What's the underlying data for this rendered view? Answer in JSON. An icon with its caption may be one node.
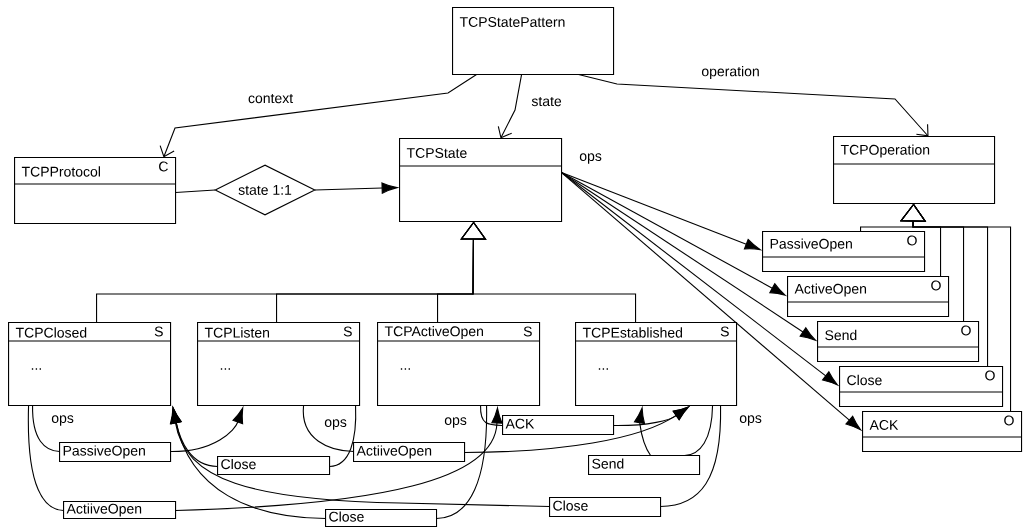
{
  "diagram": {
    "nodes": [
      {
        "text": [
          "TCPStatePattern"
        ]
      },
      {
        "text": [
          "TCPProtocol",
          "C"
        ]
      },
      {
        "text": [
          "state 1:1"
        ]
      },
      {
        "text": [
          "TCPState"
        ]
      },
      {
        "text": [
          "TCPOperation"
        ]
      },
      {
        "text": [
          "PassiveOpen",
          "O"
        ]
      },
      {
        "text": [
          "ActiveOpen",
          "O"
        ]
      },
      {
        "text": [
          "Send",
          "O"
        ]
      },
      {
        "text": [
          "Close",
          "O"
        ]
      },
      {
        "text": [
          "ACK",
          "O"
        ]
      },
      {
        "text": [
          "TCPClosed",
          "S",
          "..."
        ]
      },
      {
        "text": [
          "TCPListen",
          "S",
          "..."
        ]
      },
      {
        "text": [
          "TCPActiveOpen",
          "S",
          "..."
        ]
      },
      {
        "text": [
          "TCPEstablished",
          "S",
          "..."
        ]
      },
      {
        "text": [
          "PassiveOpen"
        ]
      },
      {
        "text": [
          "Close"
        ]
      },
      {
        "text": [
          "ActiiveOpen"
        ]
      },
      {
        "text": [
          "ACK"
        ]
      },
      {
        "text": [
          "ActiiveOpen"
        ]
      },
      {
        "text": [
          "Close"
        ]
      },
      {
        "text": [
          "Send"
        ]
      },
      {
        "text": [
          "Close"
        ]
      }
    ],
    "edges": [
      {
        "from": 0,
        "to": 1,
        "arrow": "to",
        "label": "context"
      },
      {
        "from": 0,
        "to": 3,
        "arrow": "to",
        "label": "state"
      },
      {
        "from": 0,
        "to": 4,
        "arrow": "to",
        "label": "operation"
      },
      {
        "from": 1,
        "to": 2,
        "arrow": "none"
      },
      {
        "from": 2,
        "to": 3,
        "arrow": "to"
      },
      {
        "from": 3,
        "to": 5,
        "arrow": "to",
        "label": "ops"
      },
      {
        "from": 3,
        "to": 6,
        "arrow": "to"
      },
      {
        "from": 3,
        "to": 7,
        "arrow": "to"
      },
      {
        "from": 3,
        "to": 8,
        "arrow": "to"
      },
      {
        "from": 3,
        "to": 9,
        "arrow": "to"
      },
      {
        "from": 5,
        "to": 4,
        "arrow": "to"
      },
      {
        "from": 6,
        "to": 4,
        "arrow": "to"
      },
      {
        "from": 7,
        "to": 4,
        "arrow": "to"
      },
      {
        "from": 8,
        "to": 4,
        "arrow": "to"
      },
      {
        "from": 9,
        "to": 4,
        "arrow": "to"
      },
      {
        "from": 10,
        "to": 3,
        "arrow": "to"
      },
      {
        "from": 11,
        "to": 3,
        "arrow": "to"
      },
      {
        "from": 12,
        "to": 3,
        "arrow": "to"
      },
      {
        "from": 13,
        "to": 3,
        "arrow": "to"
      },
      {
        "from": 10,
        "to": 14,
        "arrow": "none",
        "label": "ops"
      },
      {
        "from": 14,
        "to": 11,
        "arrow": "to"
      },
      {
        "from": 10,
        "to": 18,
        "arrow": "none"
      },
      {
        "from": 18,
        "to": 12,
        "arrow": "to"
      },
      {
        "from": 11,
        "to": 16,
        "arrow": "none",
        "label": "ops"
      },
      {
        "from": 16,
        "to": 13,
        "arrow": "to"
      },
      {
        "from": 11,
        "to": 15,
        "arrow": "none"
      },
      {
        "from": 15,
        "to": 10,
        "arrow": "to"
      },
      {
        "from": 12,
        "to": 17,
        "arrow": "none",
        "label": "ops"
      },
      {
        "from": 17,
        "to": 13,
        "arrow": "to"
      },
      {
        "from": 12,
        "to": 19,
        "arrow": "none"
      },
      {
        "from": 19,
        "to": 10,
        "arrow": "to"
      },
      {
        "from": 13,
        "to": 20,
        "arrow": "none"
      },
      {
        "from": 20,
        "to": 13,
        "arrow": "to"
      },
      {
        "from": 13,
        "to": 21,
        "arrow": "none",
        "label": "ops"
      },
      {
        "from": 21,
        "to": 10,
        "arrow": "to"
      }
    ]
  }
}
